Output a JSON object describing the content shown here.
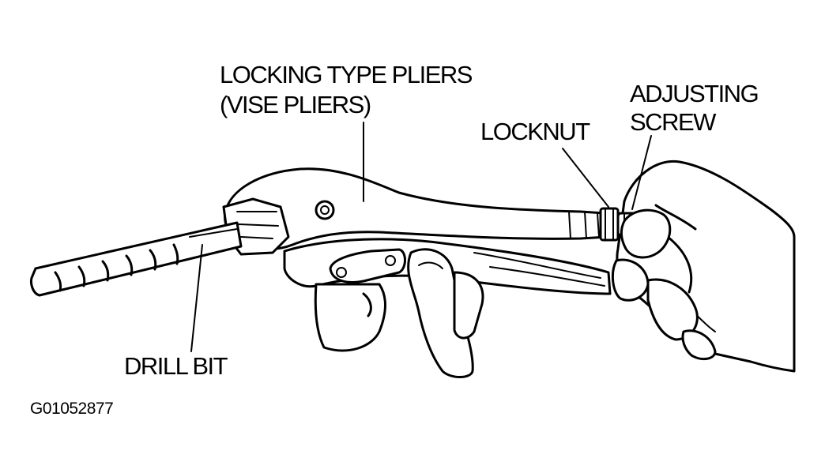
{
  "labels": {
    "pliers_line1": "LOCKING TYPE PLIERS",
    "pliers_line2": "(VISE PLIERS)",
    "adjusting_line1": "ADJUSTING",
    "adjusting_line2": "SCREW",
    "locknut": "LOCKNUT",
    "drill_bit": "DRILL BIT"
  },
  "figure_code": "G01052877"
}
